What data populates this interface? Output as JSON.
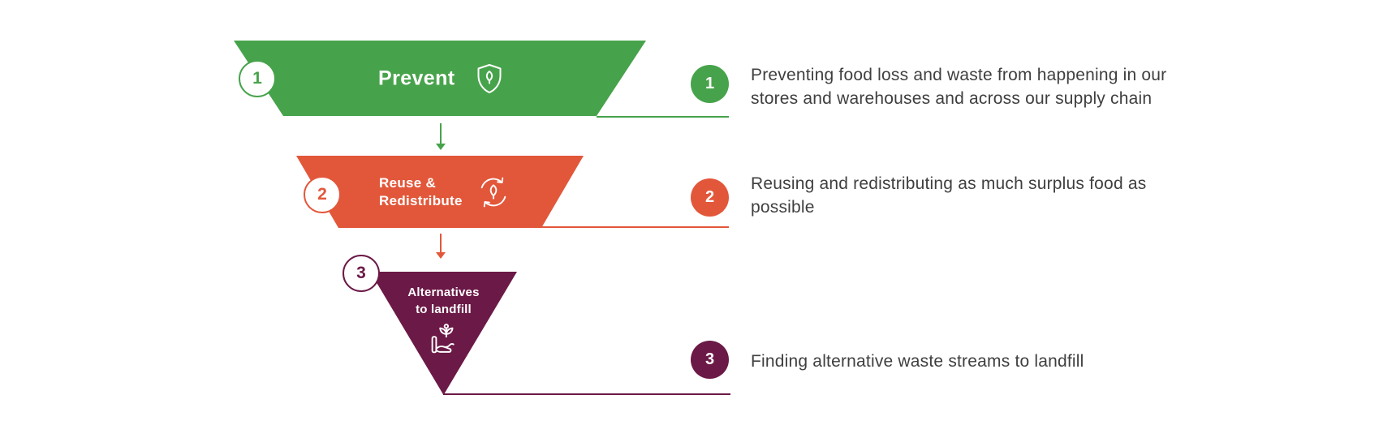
{
  "colors": {
    "green": "#47A34B",
    "orange": "#E2573A",
    "purple": "#6B1946",
    "text_gray": "#3F3F3F",
    "background": "#FFFFFF"
  },
  "funnel": {
    "stages": [
      {
        "number": "1",
        "lines": [
          "Prevent"
        ],
        "icon": "shield-leaf-icon",
        "color": "#47A34B"
      },
      {
        "number": "2",
        "lines": [
          "Reuse &",
          "Redistribute"
        ],
        "icon": "recycle-leaf-icon",
        "color": "#E2573A"
      },
      {
        "number": "3",
        "lines": [
          "Alternatives",
          "to landfill"
        ],
        "icon": "hand-plant-icon",
        "color": "#6B1946"
      }
    ]
  },
  "legend": {
    "items": [
      {
        "number": "1",
        "lines": [
          "Preventing food loss and waste from happening in our",
          "stores and warehouses and across our supply chain"
        ]
      },
      {
        "number": "2",
        "lines": [
          "Reusing and redistributing as much surplus food as",
          "possible"
        ]
      },
      {
        "number": "3",
        "lines": [
          "Finding alternative waste streams to landfill"
        ]
      }
    ]
  }
}
